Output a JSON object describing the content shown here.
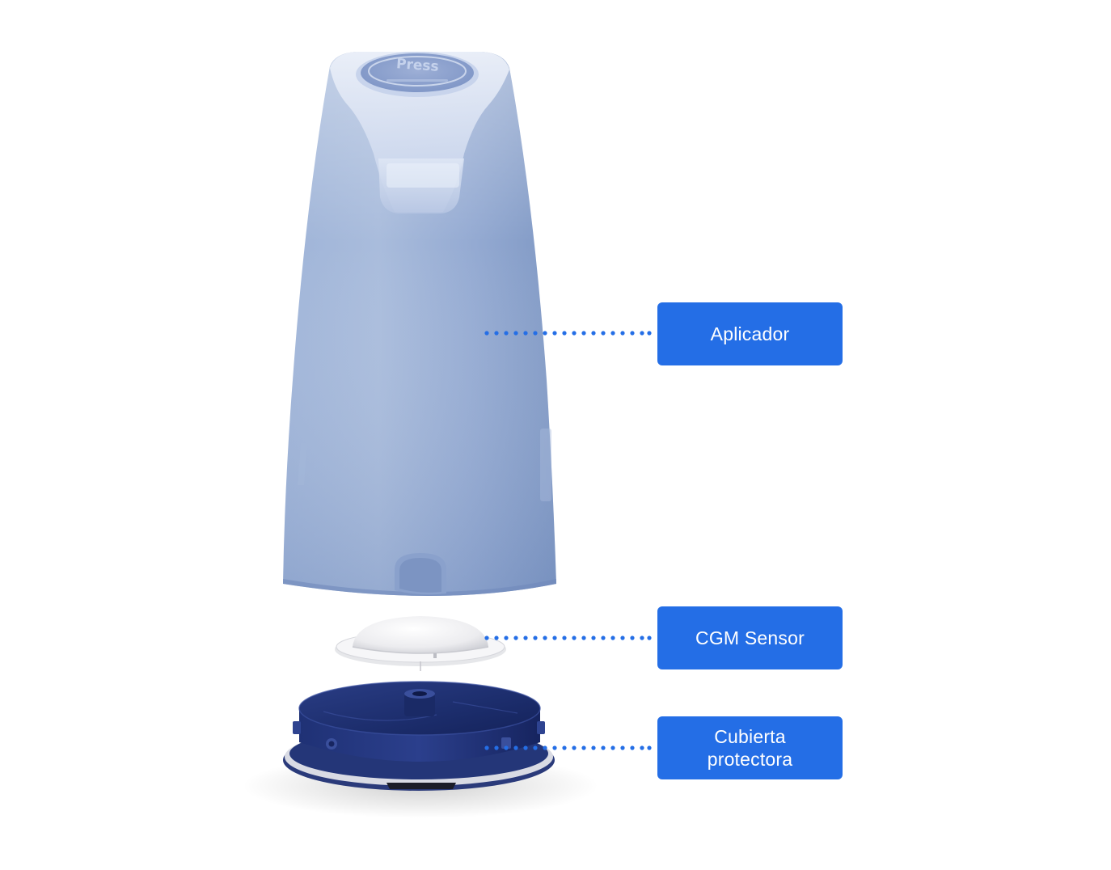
{
  "labels": {
    "applicator": "Aplicador",
    "sensor": "CGM Sensor",
    "cover": "Cubierta\nprotectora"
  },
  "device": {
    "top_button_text": "Press"
  },
  "colors": {
    "label_background": "#246ee6",
    "label_text": "#ffffff",
    "leader_dots": "#246ee6",
    "applicator_body": "#8ea6cf",
    "sensor_body": "#f1f1f3",
    "cover_body": "#1e2f6e"
  }
}
